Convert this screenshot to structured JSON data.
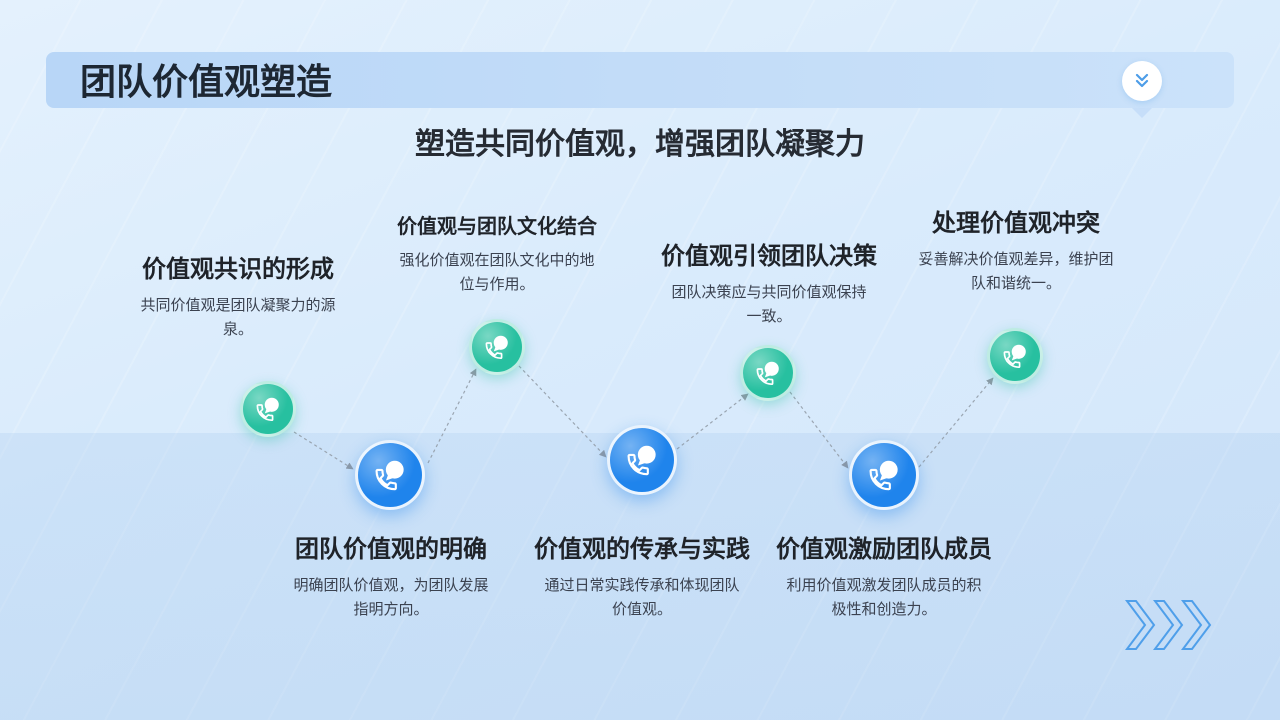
{
  "slide": {
    "title": "团队价值观塑造",
    "subtitle": "塑造共同价值观，增强团队凝聚力",
    "header_icon": "double-chevron-down-icon",
    "footer_icon": "triple-chevron-right-icon"
  },
  "theme": {
    "background": "#dcecfc",
    "header_bar": "#c0dbf8",
    "accent": "#4d9de8",
    "text": "#1f2630"
  },
  "steps": [
    {
      "title": "价值观共识的形成",
      "desc_lines": [
        "共同价值观是团队凝聚力的源",
        "泉。"
      ],
      "icon": "phone-chat-icon",
      "color": "#27c0a0"
    },
    {
      "title": "团队价值观的明确",
      "desc_lines": [
        "明确团队价值观，为团队发展",
        "指明方向。"
      ],
      "icon": "phone-chat-icon",
      "color": "#1f84ec"
    },
    {
      "title": "价值观与团队文化结合",
      "desc_lines": [
        "强化价值观在团队文化中的地",
        "位与作用。"
      ],
      "icon": "phone-chat-icon",
      "color": "#27c0a0"
    },
    {
      "title": "价值观的传承与实践",
      "desc_lines": [
        "通过日常实践传承和体现团队",
        "价值观。"
      ],
      "icon": "phone-chat-icon",
      "color": "#1f84ec"
    },
    {
      "title": "价值观引领团队决策",
      "desc_lines": [
        "团队决策应与共同价值观保持",
        "一致。"
      ],
      "icon": "phone-chat-icon",
      "color": "#27c0a0"
    },
    {
      "title": "价值观激励团队成员",
      "desc_lines": [
        "利用价值观激发团队成员的积",
        "极性和创造力。"
      ],
      "icon": "phone-chat-icon",
      "color": "#1f84ec"
    },
    {
      "title": "处理价值观冲突",
      "desc_lines": [
        "妥善解决价值观差异，维护团",
        "队和谐统一。"
      ],
      "icon": "phone-chat-icon",
      "color": "#27c0a0"
    }
  ]
}
